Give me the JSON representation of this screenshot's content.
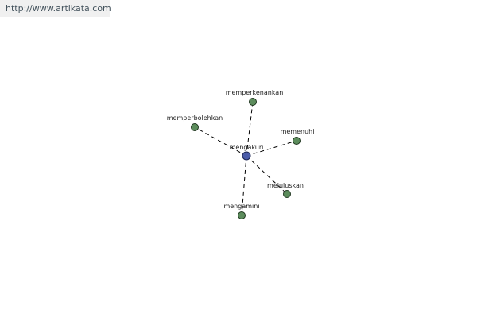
{
  "site_url": "http://www.artikata.com",
  "colors": {
    "center_node": "#4a5ba8",
    "leaf_node": "#5c8c5c",
    "edge": "#000000",
    "banner_background": "#f0f0f0"
  },
  "graph": {
    "center": {
      "id": "center",
      "label": "mengakuri"
    },
    "nodes": [
      {
        "id": "memperkenankan",
        "label": "memperkenankan"
      },
      {
        "id": "memperbolehkan",
        "label": "memperbolehkan"
      },
      {
        "id": "memenuhi",
        "label": "memenuhi"
      },
      {
        "id": "meluluskan",
        "label": "meluluskan"
      },
      {
        "id": "mengamini",
        "label": "mengamini"
      }
    ],
    "edges": [
      {
        "from": "center",
        "to": "memperkenankan"
      },
      {
        "from": "center",
        "to": "memperbolehkan"
      },
      {
        "from": "center",
        "to": "memenuhi"
      },
      {
        "from": "center",
        "to": "meluluskan"
      },
      {
        "from": "center",
        "to": "mengamini"
      }
    ]
  }
}
